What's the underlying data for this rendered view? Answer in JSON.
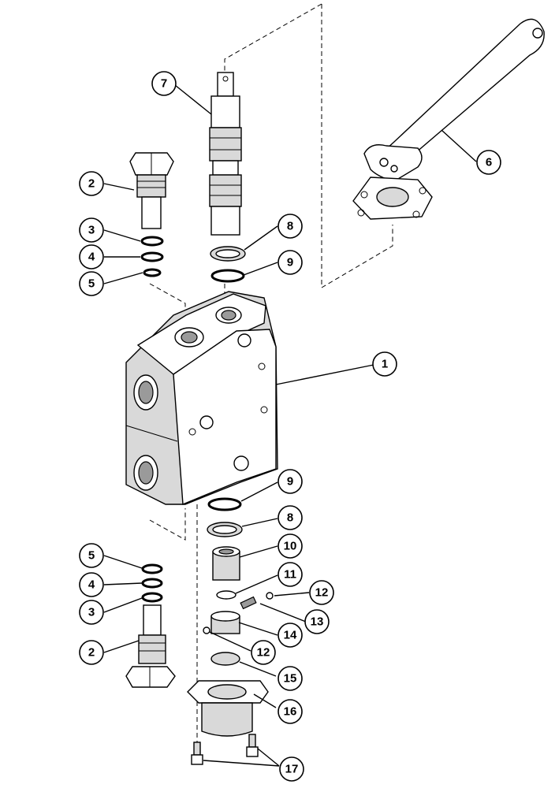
{
  "callouts": [
    {
      "id": "c1",
      "label": "1"
    },
    {
      "id": "c2a",
      "label": "2"
    },
    {
      "id": "c2b",
      "label": "2"
    },
    {
      "id": "c3a",
      "label": "3"
    },
    {
      "id": "c3b",
      "label": "3"
    },
    {
      "id": "c4a",
      "label": "4"
    },
    {
      "id": "c4b",
      "label": "4"
    },
    {
      "id": "c5a",
      "label": "5"
    },
    {
      "id": "c5b",
      "label": "5"
    },
    {
      "id": "c6",
      "label": "6"
    },
    {
      "id": "c7",
      "label": "7"
    },
    {
      "id": "c8a",
      "label": "8"
    },
    {
      "id": "c8b",
      "label": "8"
    },
    {
      "id": "c9a",
      "label": "9"
    },
    {
      "id": "c9b",
      "label": "9"
    },
    {
      "id": "c10",
      "label": "10"
    },
    {
      "id": "c11",
      "label": "11"
    },
    {
      "id": "c12a",
      "label": "12"
    },
    {
      "id": "c12b",
      "label": "12"
    },
    {
      "id": "c13",
      "label": "13"
    },
    {
      "id": "c14",
      "label": "14"
    },
    {
      "id": "c15",
      "label": "15"
    },
    {
      "id": "c16",
      "label": "16"
    },
    {
      "id": "c17",
      "label": "17"
    }
  ]
}
